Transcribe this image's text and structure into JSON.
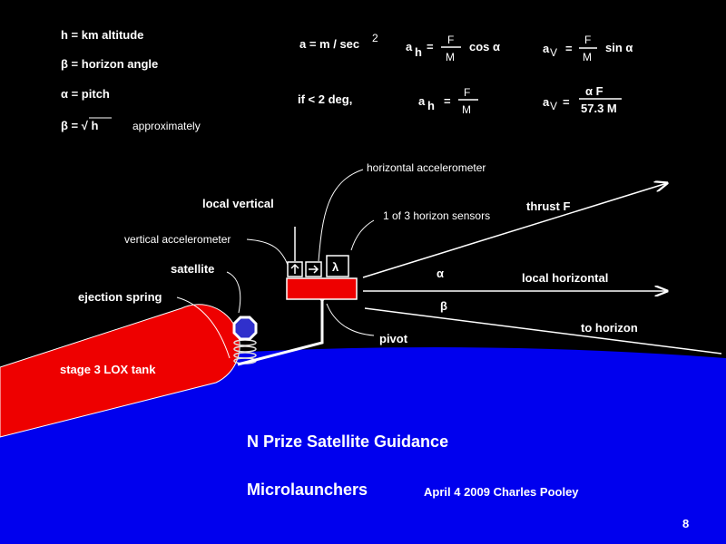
{
  "legend": {
    "h_def": "h = km altitude",
    "beta_def": "β = horizon angle",
    "alpha_def": "α = pitch",
    "beta_approx": "β = √ h",
    "approx": "approximately"
  },
  "equations": {
    "accel_units": "a = m / sec",
    "accel_units_exp": "2",
    "ah_label": "a",
    "ah_sub": "h",
    "eq": "=",
    "F": "F",
    "M": "M",
    "cos": "cos α",
    "av_label": "a",
    "av_sub": "V",
    "sin": "sin α",
    "condition": "if   < 2 deg,",
    "alphaF": "α F",
    "denom": "57.3 M"
  },
  "labels": {
    "horizontal_accelerometer": "horizontal  accelerometer",
    "local_vertical": "local vertical",
    "horizon_sensors": "1 of 3 horizon sensors",
    "thrust": "thrust F",
    "vertical_accelerometer": "vertical  accelerometer",
    "satellite": "satellite",
    "ejection_spring": "ejection spring",
    "alpha": "α",
    "beta": "β",
    "local_horizontal": "local horizontal",
    "to_horizon": "to horizon",
    "pivot": "pivot",
    "tank": "stage 3 LOX tank",
    "sensor_symbol": "λ"
  },
  "footer": {
    "title": "N Prize Satellite Guidance",
    "org": "Microlaunchers",
    "date_author": "April 4 2009  Charles Pooley",
    "page": "8"
  },
  "colors": {
    "earth": "#0000ee",
    "tank": "#ee0000",
    "text": "#ffffff"
  }
}
